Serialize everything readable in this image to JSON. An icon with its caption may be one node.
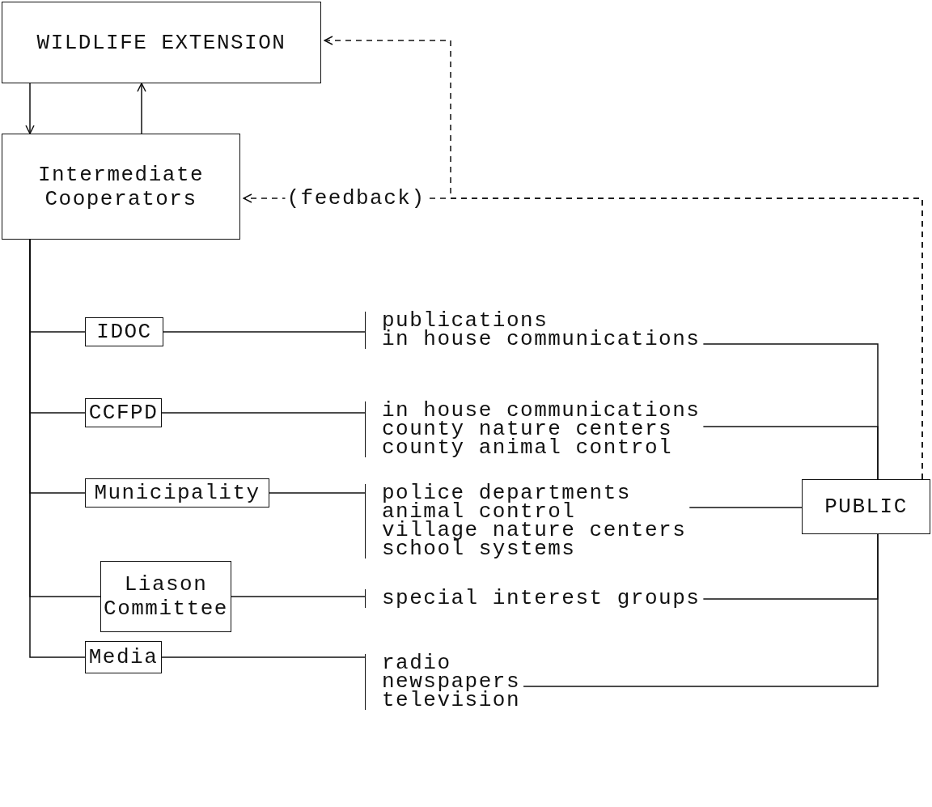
{
  "diagram": {
    "nodes": [
      {
        "text": [
          "WILDLIFE EXTENSION"
        ]
      },
      {
        "text": [
          "Intermediate Cooperators"
        ]
      },
      {
        "text": [
          "IDOC"
        ]
      },
      {
        "text": [
          "CCFPD"
        ]
      },
      {
        "text": [
          "Municipality"
        ]
      },
      {
        "text": [
          "Liason Committee"
        ]
      },
      {
        "text": [
          "Media"
        ]
      },
      {
        "text": [
          "PUBLIC"
        ]
      },
      {
        "text": [
          "publications",
          "in house communications"
        ]
      },
      {
        "text": [
          "in house communications",
          "county nature centers",
          "county animal control"
        ]
      },
      {
        "text": [
          "police departments",
          "animal control",
          "village nature centers",
          "school systems"
        ]
      },
      {
        "text": [
          "special interest groups"
        ]
      },
      {
        "text": [
          "radio",
          "newspapers",
          "television"
        ]
      }
    ],
    "edges": [
      {
        "from": 0,
        "to": 1,
        "arrow": "to"
      },
      {
        "from": 1,
        "to": 0,
        "arrow": "to"
      },
      {
        "from": 1,
        "to": 2,
        "arrow": "none"
      },
      {
        "from": 1,
        "to": 3,
        "arrow": "none"
      },
      {
        "from": 1,
        "to": 4,
        "arrow": "none"
      },
      {
        "from": 1,
        "to": 5,
        "arrow": "none"
      },
      {
        "from": 1,
        "to": 6,
        "arrow": "none"
      },
      {
        "from": 2,
        "to": 8,
        "arrow": "none"
      },
      {
        "from": 3,
        "to": 9,
        "arrow": "none"
      },
      {
        "from": 4,
        "to": 10,
        "arrow": "none"
      },
      {
        "from": 5,
        "to": 11,
        "arrow": "none"
      },
      {
        "from": 6,
        "to": 12,
        "arrow": "none"
      },
      {
        "from": 8,
        "to": 7,
        "arrow": "none"
      },
      {
        "from": 9,
        "to": 7,
        "arrow": "none"
      },
      {
        "from": 10,
        "to": 7,
        "arrow": "none"
      },
      {
        "from": 11,
        "to": 7,
        "arrow": "none"
      },
      {
        "from": 12,
        "to": 7,
        "arrow": "none"
      },
      {
        "from": 7,
        "to": 1,
        "arrow": "to",
        "label": "(feedback)",
        "style": "dashed"
      },
      {
        "from": 7,
        "to": 0,
        "arrow": "to",
        "style": "dashed"
      }
    ]
  }
}
